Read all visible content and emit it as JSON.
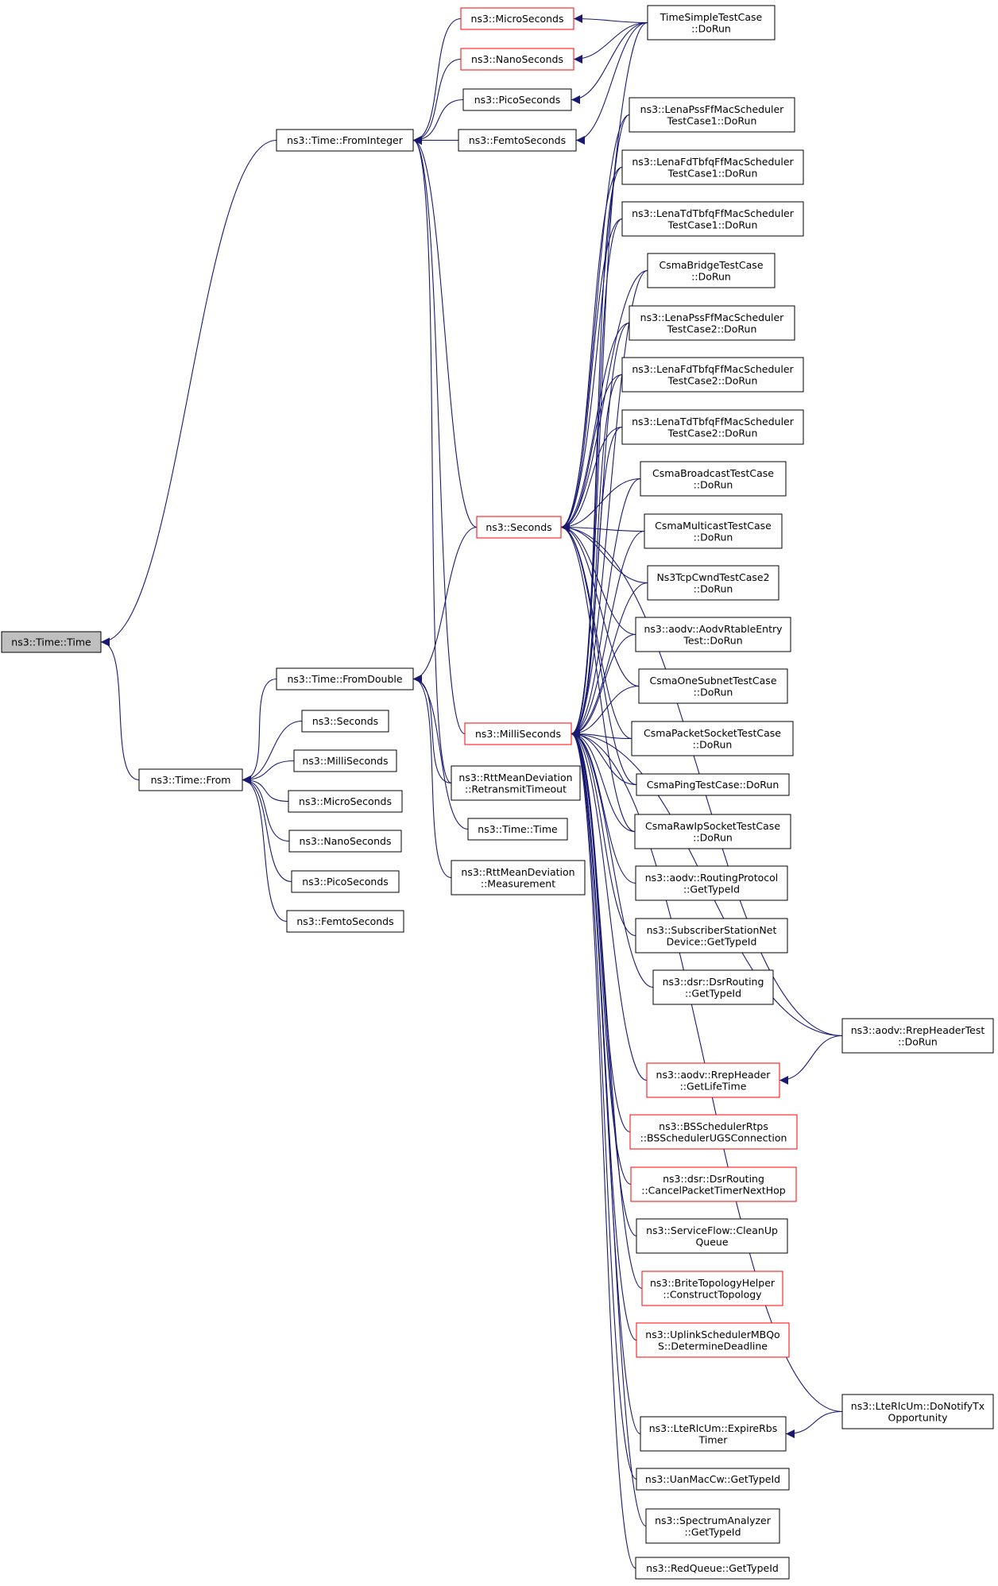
{
  "colors": {
    "edge": "#191970",
    "highlight_border": "#ff0000",
    "root_fill": "#bfbfbf"
  },
  "nodes": [
    {
      "id": "root",
      "label": [
        "ns3::Time::Time"
      ]
    },
    {
      "id": "from_integer",
      "label": [
        "ns3::Time::FromInteger"
      ]
    },
    {
      "id": "micro1",
      "label": [
        "ns3::MicroSeconds"
      ],
      "highlight": true
    },
    {
      "id": "nano1",
      "label": [
        "ns3::NanoSeconds"
      ],
      "highlight": true
    },
    {
      "id": "pico1",
      "label": [
        "ns3::PicoSeconds"
      ]
    },
    {
      "id": "femto1",
      "label": [
        "ns3::FemtoSeconds"
      ]
    },
    {
      "id": "from_double",
      "label": [
        "ns3::Time::FromDouble"
      ]
    },
    {
      "id": "from",
      "label": [
        "ns3::Time::From"
      ]
    },
    {
      "id": "seconds2",
      "label": [
        "ns3::Seconds"
      ]
    },
    {
      "id": "milli2",
      "label": [
        "ns3::MilliSeconds"
      ]
    },
    {
      "id": "micro2",
      "label": [
        "ns3::MicroSeconds"
      ]
    },
    {
      "id": "nano2",
      "label": [
        "ns3::NanoSeconds"
      ]
    },
    {
      "id": "pico2",
      "label": [
        "ns3::PicoSeconds"
      ]
    },
    {
      "id": "femto2",
      "label": [
        "ns3::FemtoSeconds"
      ]
    },
    {
      "id": "seconds",
      "label": [
        "ns3::Seconds"
      ],
      "highlight": true
    },
    {
      "id": "milli",
      "label": [
        "ns3::MilliSeconds"
      ],
      "highlight": true
    },
    {
      "id": "rtt_retx",
      "label": [
        "ns3::RttMeanDeviation",
        "::RetransmitTimeout"
      ]
    },
    {
      "id": "time_time2",
      "label": [
        "ns3::Time::Time"
      ]
    },
    {
      "id": "rtt_meas",
      "label": [
        "ns3::RttMeanDeviation",
        "::Measurement"
      ]
    },
    {
      "id": "tsimple",
      "label": [
        "TimeSimpleTestCase",
        "::DoRun"
      ]
    },
    {
      "id": "lena_pss1",
      "label": [
        "ns3::LenaPssFfMacScheduler",
        "TestCase1::DoRun"
      ]
    },
    {
      "id": "lena_fd1",
      "label": [
        "ns3::LenaFdTbfqFfMacScheduler",
        "TestCase1::DoRun"
      ]
    },
    {
      "id": "lena_td1",
      "label": [
        "ns3::LenaTdTbfqFfMacScheduler",
        "TestCase1::DoRun"
      ]
    },
    {
      "id": "csma_bridge",
      "label": [
        "CsmaBridgeTestCase",
        "::DoRun"
      ]
    },
    {
      "id": "lena_pss2",
      "label": [
        "ns3::LenaPssFfMacScheduler",
        "TestCase2::DoRun"
      ]
    },
    {
      "id": "lena_fd2",
      "label": [
        "ns3::LenaFdTbfqFfMacScheduler",
        "TestCase2::DoRun"
      ]
    },
    {
      "id": "lena_td2",
      "label": [
        "ns3::LenaTdTbfqFfMacScheduler",
        "TestCase2::DoRun"
      ]
    },
    {
      "id": "csma_bcast",
      "label": [
        "CsmaBroadcastTestCase",
        "::DoRun"
      ]
    },
    {
      "id": "csma_mcast",
      "label": [
        "CsmaMulticastTestCase",
        "::DoRun"
      ]
    },
    {
      "id": "ns3tcp",
      "label": [
        "Ns3TcpCwndTestCase2",
        "::DoRun"
      ]
    },
    {
      "id": "aodv_rtable",
      "label": [
        "ns3::aodv::AodvRtableEntry",
        "Test::DoRun"
      ]
    },
    {
      "id": "csma_one",
      "label": [
        "CsmaOneSubnetTestCase",
        "::DoRun"
      ]
    },
    {
      "id": "csma_pkt",
      "label": [
        "CsmaPacketSocketTestCase",
        "::DoRun"
      ]
    },
    {
      "id": "csma_ping",
      "label": [
        "CsmaPingTestCase::DoRun"
      ]
    },
    {
      "id": "csma_raw",
      "label": [
        "CsmaRawIpSocketTestCase",
        "::DoRun"
      ]
    },
    {
      "id": "aodv_rp",
      "label": [
        "ns3::aodv::RoutingProtocol",
        "::GetTypeId"
      ]
    },
    {
      "id": "subscriber",
      "label": [
        "ns3::SubscriberStationNet",
        "Device::GetTypeId"
      ]
    },
    {
      "id": "dsr_gt",
      "label": [
        "ns3::dsr::DsrRouting",
        "::GetTypeId"
      ]
    },
    {
      "id": "rrep_test",
      "label": [
        "ns3::aodv::RrepHeaderTest",
        "::DoRun"
      ]
    },
    {
      "id": "rrep_life",
      "label": [
        "ns3::aodv::RrepHeader",
        "::GetLifeTime"
      ],
      "highlight": true
    },
    {
      "id": "bs_sched",
      "label": [
        "ns3::BSSchedulerRtps",
        "::BSSchedulerUGSConnection"
      ],
      "highlight": true
    },
    {
      "id": "dsr_cancel",
      "label": [
        "ns3::dsr::DsrRouting",
        "::CancelPacketTimerNextHop"
      ],
      "highlight": true
    },
    {
      "id": "sflow",
      "label": [
        "ns3::ServiceFlow::CleanUp",
        "Queue"
      ]
    },
    {
      "id": "brite",
      "label": [
        "ns3::BriteTopologyHelper",
        "::ConstructTopology"
      ],
      "highlight": true
    },
    {
      "id": "uplink",
      "label": [
        "ns3::UplinkSchedulerMBQo",
        "S::DetermineDeadline"
      ],
      "highlight": true
    },
    {
      "id": "lte_notify",
      "label": [
        "ns3::LteRlcUm::DoNotifyTx",
        "Opportunity"
      ]
    },
    {
      "id": "lte_expire",
      "label": [
        "ns3::LteRlcUm::ExpireRbs",
        "Timer"
      ]
    },
    {
      "id": "uan",
      "label": [
        "ns3::UanMacCw::GetTypeId"
      ]
    },
    {
      "id": "spectrum",
      "label": [
        "ns3::SpectrumAnalyzer",
        "::GetTypeId"
      ]
    },
    {
      "id": "red",
      "label": [
        "ns3::RedQueue::GetTypeId"
      ]
    }
  ],
  "edges": [
    [
      "from_integer",
      "root"
    ],
    [
      "from",
      "root"
    ],
    [
      "micro1",
      "from_integer"
    ],
    [
      "nano1",
      "from_integer"
    ],
    [
      "pico1",
      "from_integer"
    ],
    [
      "femto1",
      "from_integer"
    ],
    [
      "seconds",
      "from_integer"
    ],
    [
      "milli",
      "from_integer"
    ],
    [
      "rtt_retx",
      "from_integer"
    ],
    [
      "from_double",
      "from"
    ],
    [
      "seconds2",
      "from"
    ],
    [
      "milli2",
      "from"
    ],
    [
      "micro2",
      "from"
    ],
    [
      "nano2",
      "from"
    ],
    [
      "pico2",
      "from"
    ],
    [
      "femto2",
      "from"
    ],
    [
      "seconds",
      "from_double"
    ],
    [
      "rtt_retx",
      "from_double"
    ],
    [
      "time_time2",
      "from_double"
    ],
    [
      "rtt_meas",
      "from_double"
    ],
    [
      "tsimple",
      "micro1"
    ],
    [
      "tsimple",
      "nano1"
    ],
    [
      "tsimple",
      "pico1"
    ],
    [
      "tsimple",
      "femto1"
    ],
    [
      "tsimple",
      "seconds"
    ],
    [
      "lena_pss1",
      "seconds"
    ],
    [
      "lena_fd1",
      "seconds"
    ],
    [
      "lena_td1",
      "seconds"
    ],
    [
      "csma_bridge",
      "seconds"
    ],
    [
      "lena_pss2",
      "seconds"
    ],
    [
      "lena_fd2",
      "seconds"
    ],
    [
      "lena_td2",
      "seconds"
    ],
    [
      "csma_bcast",
      "seconds"
    ],
    [
      "csma_mcast",
      "seconds"
    ],
    [
      "ns3tcp",
      "seconds"
    ],
    [
      "aodv_rtable",
      "seconds"
    ],
    [
      "csma_one",
      "seconds"
    ],
    [
      "csma_pkt",
      "seconds"
    ],
    [
      "csma_ping",
      "seconds"
    ],
    [
      "csma_raw",
      "seconds"
    ],
    [
      "rrep_test",
      "seconds"
    ],
    [
      "lena_pss1",
      "milli"
    ],
    [
      "lena_fd1",
      "milli"
    ],
    [
      "lena_td1",
      "milli"
    ],
    [
      "csma_bridge",
      "milli"
    ],
    [
      "lena_pss2",
      "milli"
    ],
    [
      "lena_fd2",
      "milli"
    ],
    [
      "lena_td2",
      "milli"
    ],
    [
      "csma_bcast",
      "milli"
    ],
    [
      "csma_mcast",
      "milli"
    ],
    [
      "ns3tcp",
      "milli"
    ],
    [
      "aodv_rtable",
      "milli"
    ],
    [
      "csma_one",
      "milli"
    ],
    [
      "csma_pkt",
      "milli"
    ],
    [
      "csma_ping",
      "milli"
    ],
    [
      "csma_raw",
      "milli"
    ],
    [
      "aodv_rp",
      "milli"
    ],
    [
      "subscriber",
      "milli"
    ],
    [
      "dsr_gt",
      "milli"
    ],
    [
      "rrep_test",
      "milli"
    ],
    [
      "rrep_life",
      "milli"
    ],
    [
      "bs_sched",
      "milli"
    ],
    [
      "dsr_cancel",
      "milli"
    ],
    [
      "sflow",
      "milli"
    ],
    [
      "brite",
      "milli"
    ],
    [
      "uplink",
      "milli"
    ],
    [
      "lte_notify",
      "milli"
    ],
    [
      "lte_expire",
      "milli"
    ],
    [
      "uan",
      "milli"
    ],
    [
      "spectrum",
      "milli"
    ],
    [
      "red",
      "milli"
    ],
    [
      "rrep_test",
      "rrep_life"
    ],
    [
      "lte_notify",
      "lte_expire"
    ]
  ]
}
